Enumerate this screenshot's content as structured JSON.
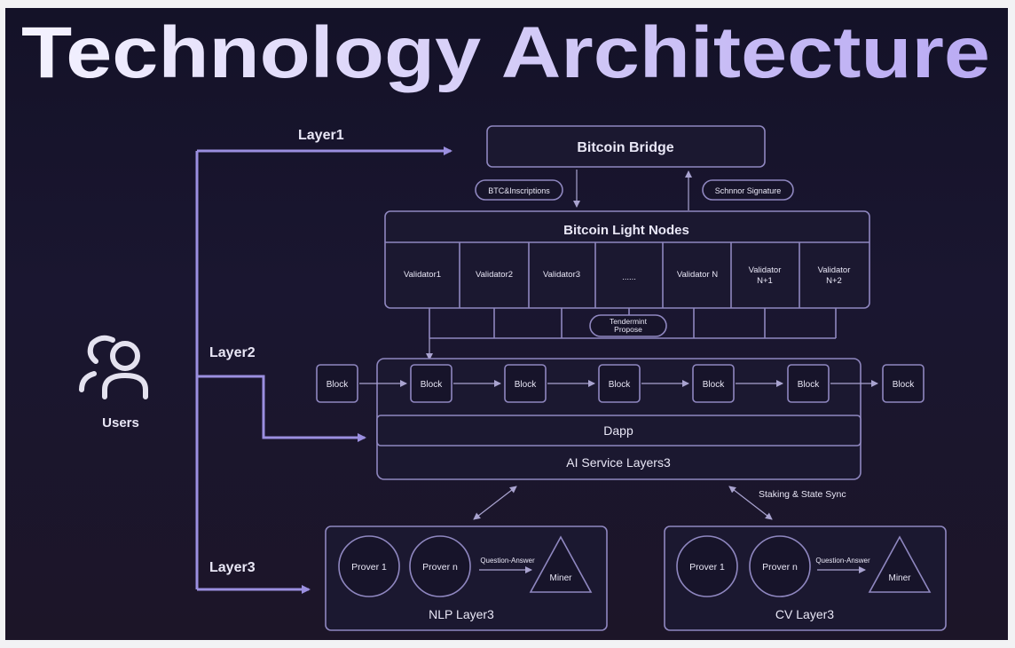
{
  "title": "Technology Architecture",
  "users_label": "Users",
  "layers": {
    "layer1": "Layer1",
    "layer2": "Layer2",
    "layer3": "Layer3"
  },
  "bridge": {
    "title": "Bitcoin Bridge",
    "left_pill": "BTC&Inscriptions",
    "right_pill": "Schnnor Signature"
  },
  "light_nodes": {
    "title": "Bitcoin Light Nodes",
    "validators": [
      "Validator1",
      "Validator2",
      "Validator3",
      "......",
      "Validator N",
      "Validator N+1",
      "Validator N+2"
    ],
    "tendermint_line1": "Tendermint",
    "tendermint_line2": "Propose"
  },
  "chain": {
    "block_label": "Block"
  },
  "dapp_label": "Dapp",
  "ai_service_label": "AI Service Layers3",
  "staking_label": "Staking & State Sync",
  "nlp": {
    "title": "NLP Layer3",
    "prover1": "Prover 1",
    "proverN": "Prover n",
    "qa": "Question-Answer",
    "miner": "Miner"
  },
  "cv": {
    "title": "CV Layer3",
    "prover1": "Prover 1",
    "proverN": "Prover n",
    "qa": "Question-Answer",
    "miner": "Miner"
  },
  "colors": {
    "background": "#1a1630",
    "accent": "#9b8fe0",
    "border": "#8f87c0",
    "title_gradient_end": "#b9aaf3"
  }
}
